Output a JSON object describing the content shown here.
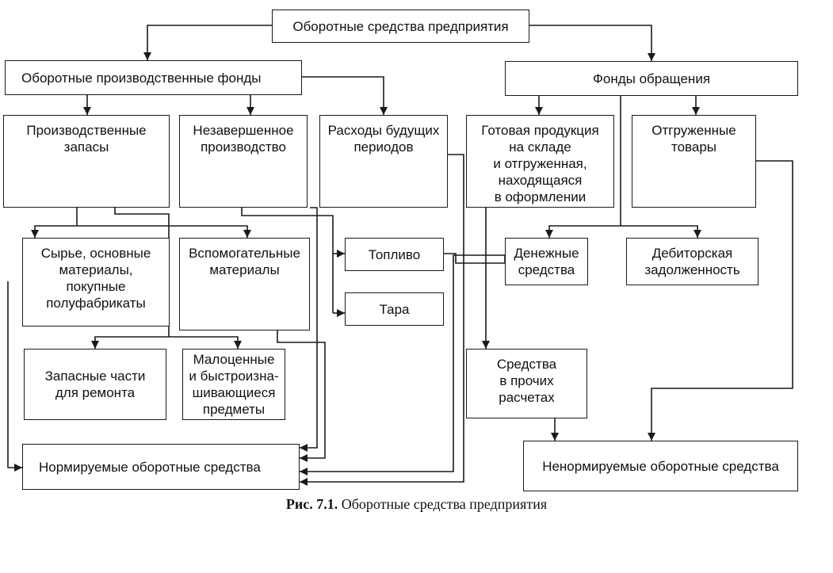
{
  "diagram": {
    "root": "Оборотные средства предприятия",
    "production_funds": "Оборотные производственные фонды",
    "circulation_funds": "Фонды обращения",
    "production_stocks": "Производственные\nзапасы",
    "work_in_progress": "Незавершенное\nпроизводство",
    "deferred_expenses": "Расходы будущих\nпериодов",
    "finished_goods": "Готовая продукция\nна складе\nи отгруженная,\nнаходящаяся\nв оформлении",
    "shipped_goods": "Отгруженные\nтовары",
    "raw_materials": "Сырье, основные\nматериалы,\nпокупные\nполуфабрикаты",
    "auxiliary_materials": "Вспомогательные\nматериалы",
    "fuel": "Топливо",
    "packaging": "Тара",
    "cash": "Денежные\nсредства",
    "receivables": "Дебиторская\nзадолженность",
    "spare_parts": "Запасные части\nдля ремонта",
    "low_value_items": "Малоценные\nи быстроизна-\nшивающиеся\nпредметы",
    "other_settlements": "Средства\nв прочих\nрасчетах",
    "normalized_assets": "Нормируемые оборотные средства",
    "non_normalized_assets": "Ненормируемые оборотные средства"
  },
  "caption": {
    "label": "Рис. 7.1.",
    "text": "Оборотные средства предприятия"
  }
}
